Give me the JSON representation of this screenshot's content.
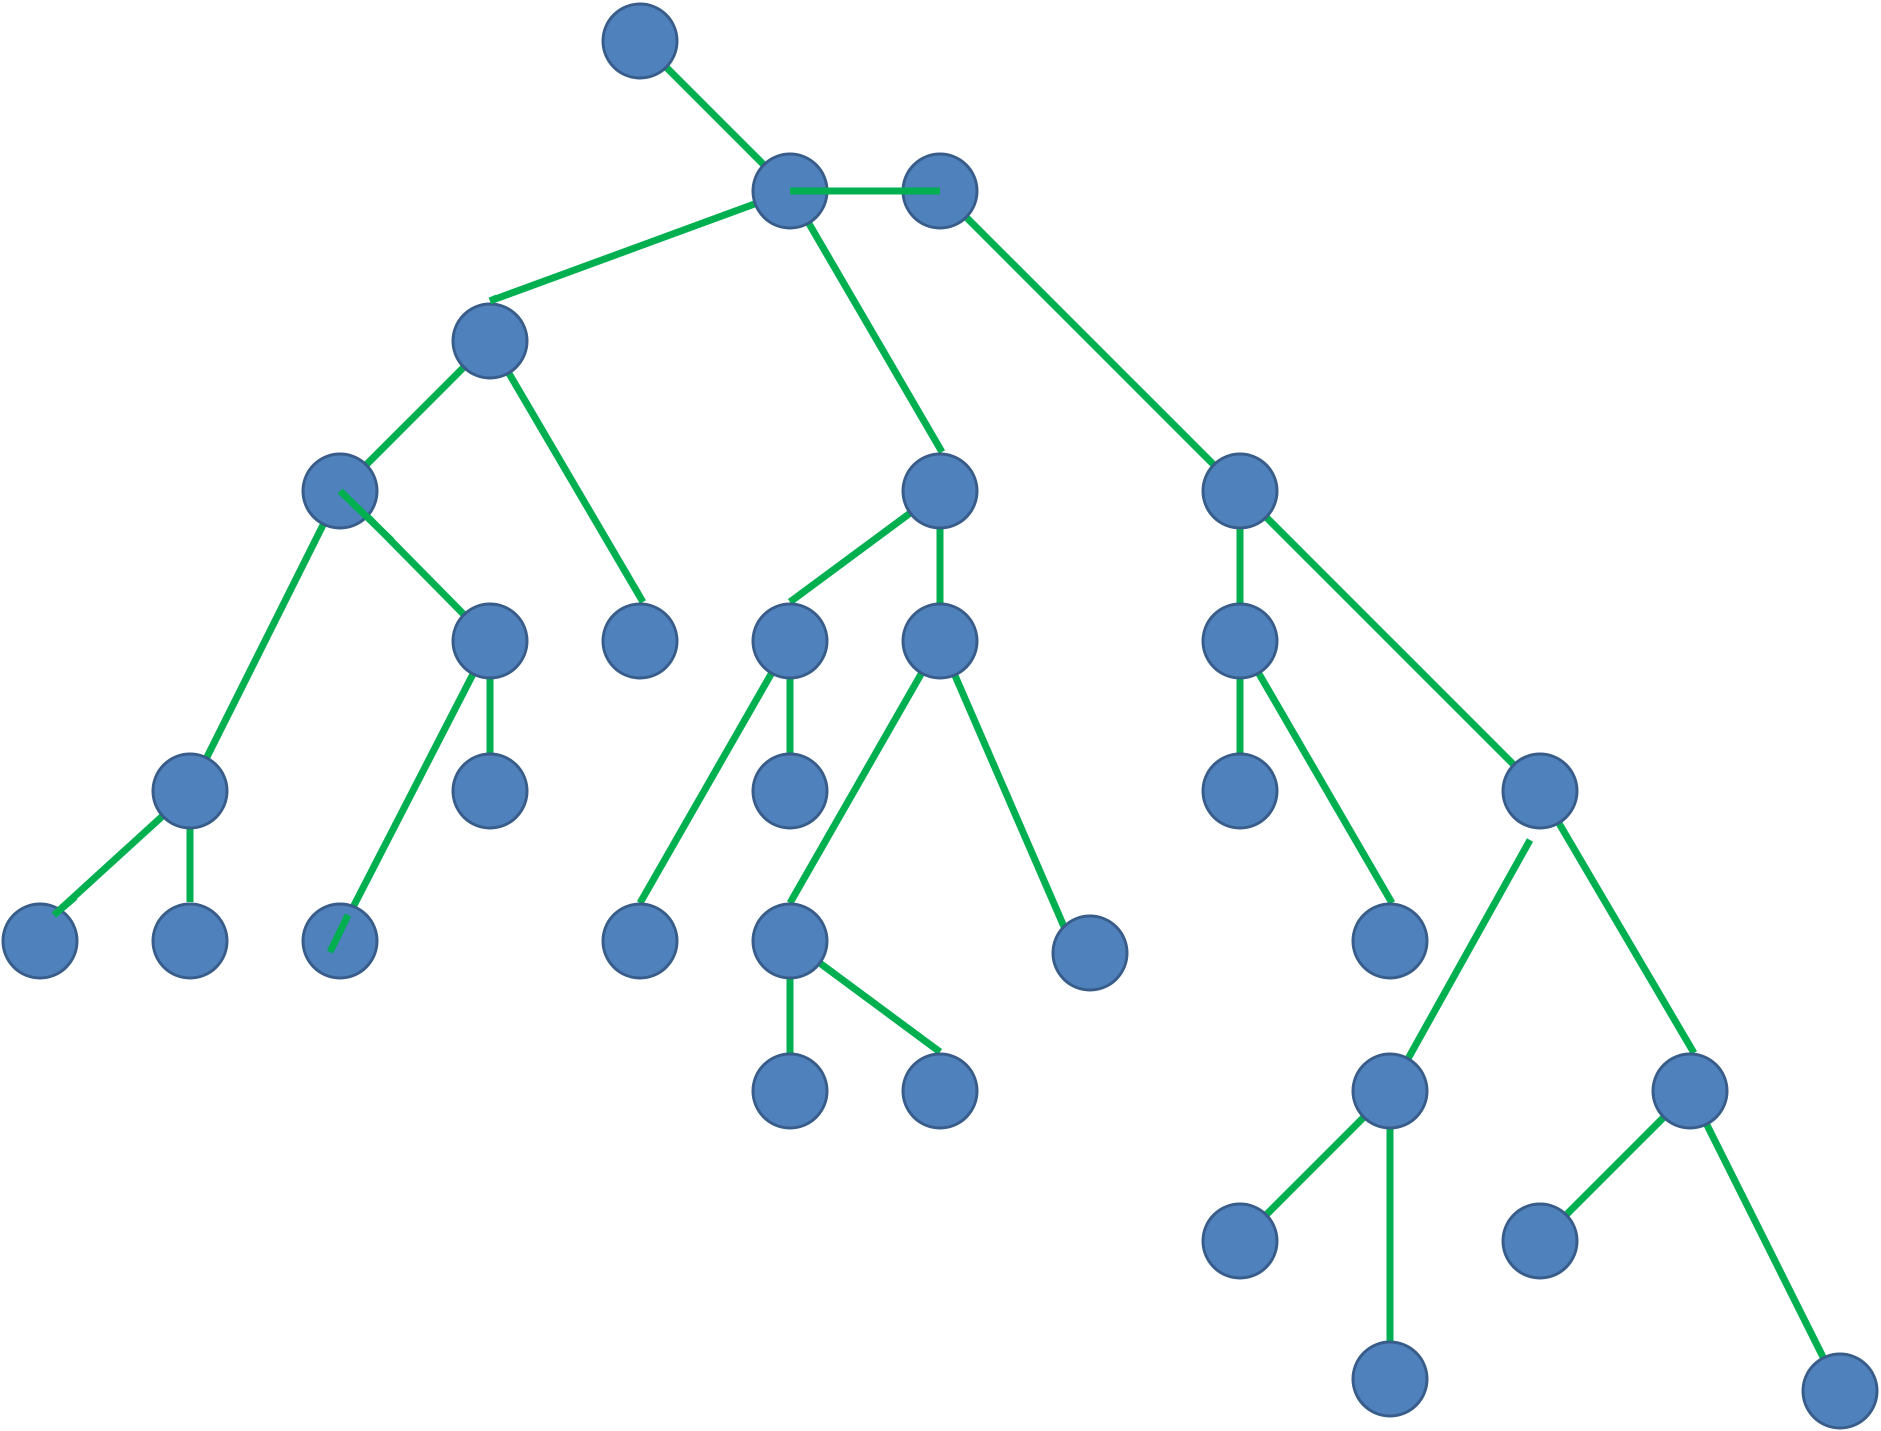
{
  "diagram": {
    "type": "tree",
    "node_fill": "#4F81BD",
    "node_stroke": "#385D8A",
    "edge_color": "#00B050",
    "nodes": [
      {
        "id": "n1"
      },
      {
        "id": "n2"
      },
      {
        "id": "n3"
      },
      {
        "id": "n4"
      },
      {
        "id": "n5"
      },
      {
        "id": "n6"
      },
      {
        "id": "n7"
      },
      {
        "id": "n8"
      },
      {
        "id": "n9"
      },
      {
        "id": "n10"
      },
      {
        "id": "n11"
      },
      {
        "id": "n12"
      },
      {
        "id": "n13"
      },
      {
        "id": "n14"
      },
      {
        "id": "n15"
      },
      {
        "id": "n16"
      },
      {
        "id": "n17"
      },
      {
        "id": "n18"
      },
      {
        "id": "n19"
      },
      {
        "id": "n20"
      },
      {
        "id": "n21"
      },
      {
        "id": "n22"
      },
      {
        "id": "n23"
      },
      {
        "id": "n24"
      },
      {
        "id": "n25"
      },
      {
        "id": "n26"
      },
      {
        "id": "n27"
      },
      {
        "id": "n28"
      },
      {
        "id": "n29"
      },
      {
        "id": "n30"
      },
      {
        "id": "n31"
      },
      {
        "id": "n32"
      },
      {
        "id": "n33"
      },
      {
        "id": "n34"
      },
      {
        "id": "n35"
      },
      {
        "id": "n36"
      }
    ],
    "edges": [
      {
        "from": "n1",
        "to": "n2"
      },
      {
        "from": "n2",
        "to": "n3"
      },
      {
        "from": "n2",
        "to": "n4"
      },
      {
        "from": "n2",
        "to": "n5"
      },
      {
        "from": "n3",
        "to": "n7"
      },
      {
        "from": "n4",
        "to": "n6"
      },
      {
        "from": "n4",
        "to": "n8"
      },
      {
        "from": "n6",
        "to": "n12"
      },
      {
        "from": "n6",
        "to": "n9"
      },
      {
        "from": "n9",
        "to": "n17"
      },
      {
        "from": "n9",
        "to": "n18"
      },
      {
        "from": "n12",
        "to": "n21"
      },
      {
        "from": "n12",
        "to": "n22"
      },
      {
        "from": "n8",
        "to": "n13"
      },
      {
        "from": "n8",
        "to": "n14"
      },
      {
        "from": "n5",
        "to": "n10"
      },
      {
        "from": "n5",
        "to": "n11"
      },
      {
        "from": "n5",
        "to": "n15"
      },
      {
        "from": "n13",
        "to": "n19"
      },
      {
        "from": "n13",
        "to": "n23"
      },
      {
        "from": "n14",
        "to": "n24"
      },
      {
        "from": "n14",
        "to": "n25"
      },
      {
        "from": "n24",
        "to": "n28"
      },
      {
        "from": "n24",
        "to": "n29"
      },
      {
        "from": "n11",
        "to": "n16"
      },
      {
        "from": "n11",
        "to": "n20"
      },
      {
        "from": "n10",
        "to": "n26"
      },
      {
        "from": "n26",
        "to": "n30"
      },
      {
        "from": "n26",
        "to": "n31"
      },
      {
        "from": "n30",
        "to": "n32"
      },
      {
        "from": "n30",
        "to": "n33"
      },
      {
        "from": "n31",
        "to": "n34"
      },
      {
        "from": "n31",
        "to": "n35"
      },
      {
        "from": "n35",
        "to": "n36"
      }
    ]
  }
}
